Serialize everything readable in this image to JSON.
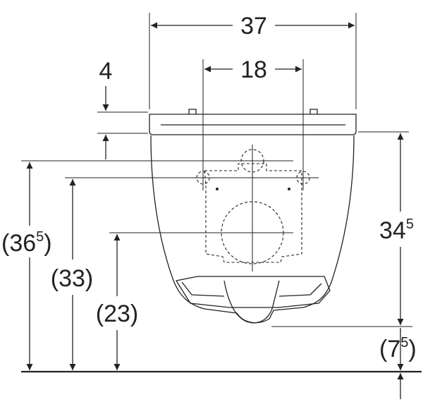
{
  "colors": {
    "ink": "#222222",
    "background": "#ffffff"
  },
  "dimensions": {
    "top_width": {
      "value": "37"
    },
    "fixing_spacing": {
      "value": "18"
    },
    "seat_thickness": {
      "value": "4"
    },
    "depth_right": {
      "main": "34",
      "sup": "5"
    },
    "outer_height": {
      "open": "(",
      "main": "36",
      "sup": "5",
      "close": ")"
    },
    "fixing_height": {
      "value": "(33)"
    },
    "outlet_height": {
      "value": "(23)"
    },
    "bottom_gap": {
      "open": "(",
      "main": "7",
      "sup": "5",
      "close": ")"
    }
  }
}
